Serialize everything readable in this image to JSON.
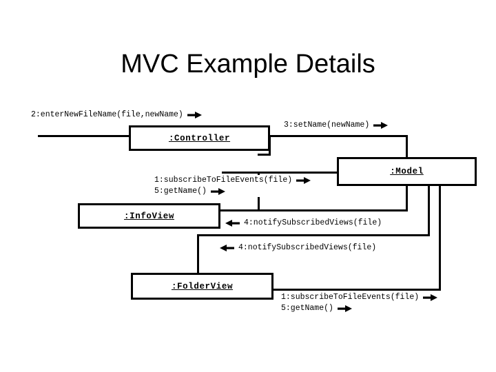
{
  "slide": {
    "title": "MVC Example Details",
    "background_color": "#ffffff",
    "line_color": "#000000",
    "type": "uml-collaboration-diagram"
  },
  "objects": [
    {
      "id": "controller",
      "label": ":Controller"
    },
    {
      "id": "model",
      "label": ":Model"
    },
    {
      "id": "infoview",
      "label": ":InfoView"
    },
    {
      "id": "folderview",
      "label": ":FolderView"
    }
  ],
  "messages": [
    {
      "id": "msg-enter-new-file-name",
      "sequence": "2",
      "text": "2:enterNewFileName(file,newName)",
      "direction": "right",
      "arrow": "arrow-right-icon"
    },
    {
      "id": "msg-set-name",
      "sequence": "3",
      "text": "3:setName(newName)",
      "direction": "right",
      "arrow": "arrow-right-icon"
    },
    {
      "id": "msg-subscribe-infoview",
      "sequence": "1",
      "text": "1:subscribeToFileEvents(file)",
      "direction": "right",
      "arrow": "arrow-right-icon"
    },
    {
      "id": "msg-getname-infoview",
      "sequence": "5",
      "text": "5:getName()",
      "direction": "right",
      "arrow": "arrow-right-icon"
    },
    {
      "id": "msg-notify-infoview",
      "sequence": "4",
      "text": "4:notifySubscribedViews(file)",
      "direction": "left",
      "arrow": "arrow-left-icon"
    },
    {
      "id": "msg-notify-folderview",
      "sequence": "4",
      "text": "4:notifySubscribedViews(file)",
      "direction": "left",
      "arrow": "arrow-left-icon"
    },
    {
      "id": "msg-subscribe-folderview",
      "sequence": "1",
      "text": "1:subscribeToFileEvents(file)",
      "direction": "right",
      "arrow": "arrow-right-icon"
    },
    {
      "id": "msg-getname-folderview",
      "sequence": "5",
      "text": "5:getName()",
      "direction": "right",
      "arrow": "arrow-right-icon"
    }
  ]
}
